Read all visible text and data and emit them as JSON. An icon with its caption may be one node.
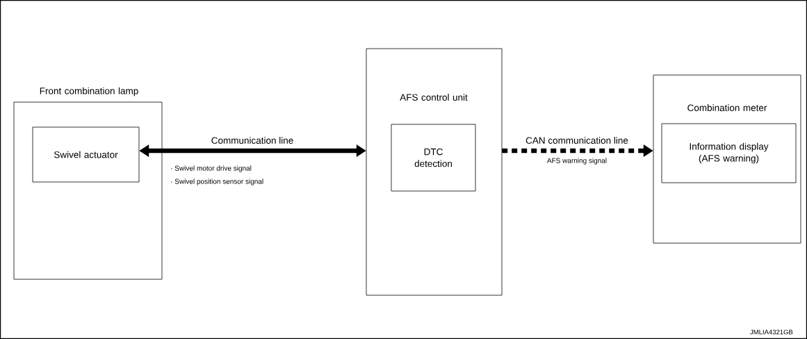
{
  "diagram": {
    "nodes": [
      {
        "text": [
          "Front combination lamp"
        ]
      },
      {
        "text": [
          "Swivel actuator"
        ],
        "in": 0
      },
      {
        "text": [
          "AFS control unit"
        ]
      },
      {
        "text": [
          "DTC detection"
        ],
        "in": 2
      },
      {
        "text": [
          "Combination meter"
        ]
      },
      {
        "text": [
          "Information display (AFS warning)"
        ],
        "in": 4
      }
    ],
    "edges": [
      {
        "from": 1,
        "to": 2,
        "arrow": "both",
        "label": "Communication line"
      },
      {
        "from": 2,
        "to": 4,
        "arrow": "to",
        "label": "CAN communication line",
        "style": "dashed"
      }
    ],
    "labels": [
      "· Swivel motor drive signal",
      "· Swivel position sensor signal",
      "AFS warning signal",
      "JMLIA4321GB"
    ]
  }
}
